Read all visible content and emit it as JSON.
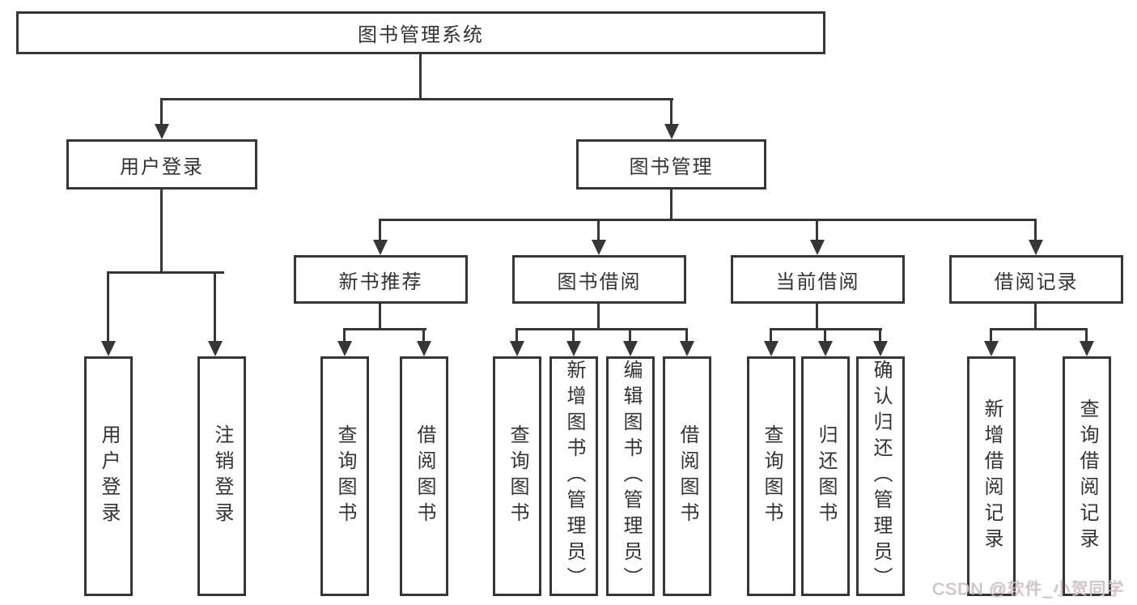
{
  "diagram_type": "hierarchy-tree",
  "colors": {
    "line": "#363636",
    "node_border": "#363636",
    "node_text": "#333333",
    "background": "#ffffff",
    "watermark_text": "#c7c7c7"
  },
  "tree": {
    "label": "图书管理系统",
    "children": [
      {
        "label": "用户登录",
        "children": [
          {
            "label": "用户登录"
          },
          {
            "label": "注销登录"
          }
        ]
      },
      {
        "label": "图书管理",
        "children": [
          {
            "label": "新书推荐",
            "children": [
              {
                "label": "查询图书"
              },
              {
                "label": "借阅图书"
              }
            ]
          },
          {
            "label": "图书借阅",
            "children": [
              {
                "label": "查询图书"
              },
              {
                "label": "新增图书（管理员）"
              },
              {
                "label": "编辑图书（管理员）"
              },
              {
                "label": "借阅图书"
              }
            ]
          },
          {
            "label": "当前借阅",
            "children": [
              {
                "label": "查询图书"
              },
              {
                "label": "归还图书"
              },
              {
                "label": "确认归还（管理员）"
              }
            ]
          },
          {
            "label": "借阅记录",
            "children": [
              {
                "label": "新增借阅记录"
              },
              {
                "label": "查询借阅记录"
              }
            ]
          }
        ]
      }
    ]
  },
  "watermark": {
    "text": "CSDN @软件_小贺同学"
  }
}
